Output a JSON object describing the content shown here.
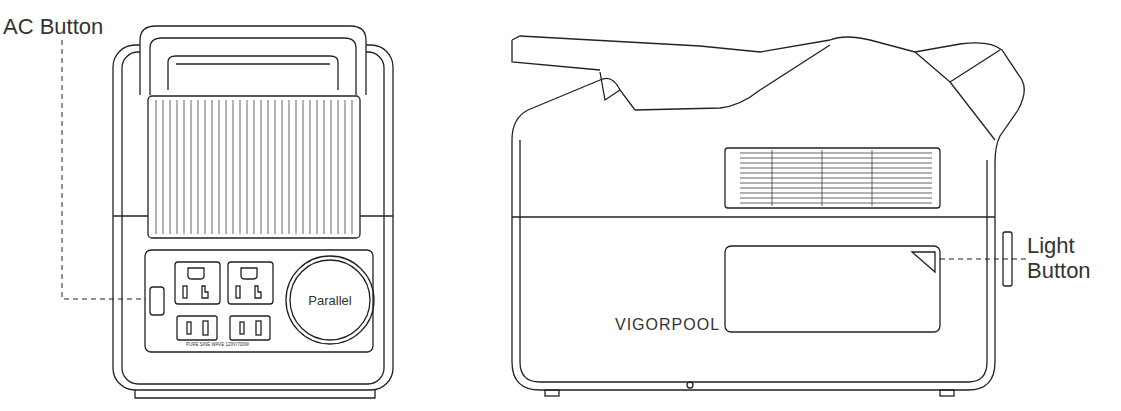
{
  "diagram": {
    "nodes": [
      {
        "text": [
          "Parallel"
        ]
      }
    ],
    "labels": [
      "AC Button",
      "Light Button",
      "VIGORPOOL",
      "PURE SINE WAVE 120V/700W"
    ]
  }
}
